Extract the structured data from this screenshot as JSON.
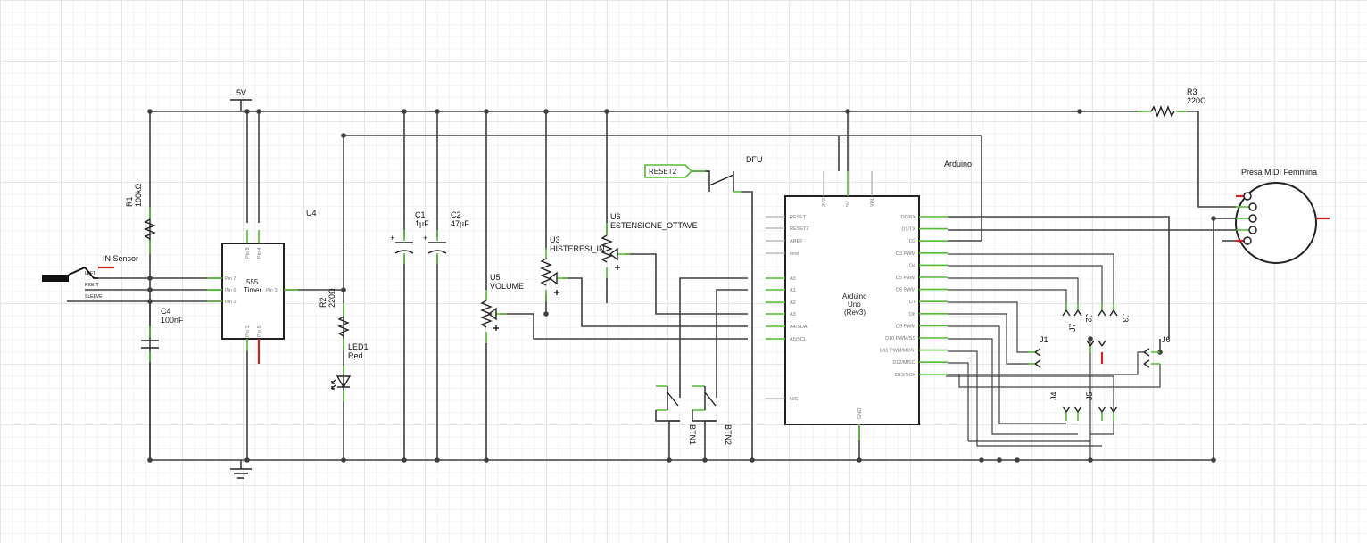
{
  "labels": {
    "r1_name": "R1",
    "r1_value": "100kΩ",
    "r2_name": "R2",
    "r2_value": "220Ω",
    "r3_name": "R3",
    "r3_value": "220Ω",
    "c1_name": "C1",
    "c1_value": "1µF",
    "c2_name": "C2",
    "c2_value": "47µF",
    "c4_name": "C4",
    "c4_value": "100nF",
    "u4_name": "U4",
    "u3_name": "U3",
    "u3_value": "HISTERESI_IN",
    "u5_name": "U5",
    "u5_value": "VOLUME",
    "u6_name": "U6",
    "u6_value": "ESTENSIONE_OTTAVE",
    "led1_name": "LED1",
    "led1_value": "Red",
    "vcc": "5V",
    "in_sensor": "IN Sensor",
    "jack_left": "LEFT",
    "jack_right": "RIGHT",
    "jack_sleeve": "SLEEVE",
    "reset2_tag": "RESET2",
    "dfu": "DFU",
    "btn1": "BTN1",
    "btn2": "BTN2",
    "arduino_ref": "Arduino",
    "midi": "Presa MIDI Femmina",
    "j1": "J1",
    "j2": "J2",
    "j3": "J3",
    "j4": "J4",
    "j5": "J5",
    "j6": "J6",
    "j7": "J7"
  },
  "timer555": {
    "title_a": "555",
    "title_b": "Timer",
    "pins": {
      "p7": "Pin 7",
      "p6": "Pin 6",
      "p2": "Pin 2",
      "p3": "Pin 3",
      "p8": "Pin 8",
      "p4": "Pin 4",
      "p1": "Pin 1",
      "p5": "Pin 5"
    }
  },
  "arduino": {
    "title_a": "Arduino",
    "title_b": "Uno",
    "title_c": "(Rev3)",
    "top_pins": [
      "3V3",
      "5V",
      "VIN"
    ],
    "bottom_pin": "GND",
    "left_pins": [
      "RESET",
      "RESET2",
      "AREF",
      "ioref",
      "A0",
      "A1",
      "A2",
      "A3",
      "A4/SDA",
      "A5/SCL",
      "N/C"
    ],
    "right_pins": [
      "D0/RX",
      "D1/TX",
      "D2",
      "D3 PWM",
      "D4",
      "D5 PWM",
      "D6 PWM",
      "D7",
      "D8",
      "D9 PWM",
      "D10 PWM/SS",
      "D11 PWM/MOSI",
      "D12/MISO",
      "D13/SCK"
    ]
  }
}
